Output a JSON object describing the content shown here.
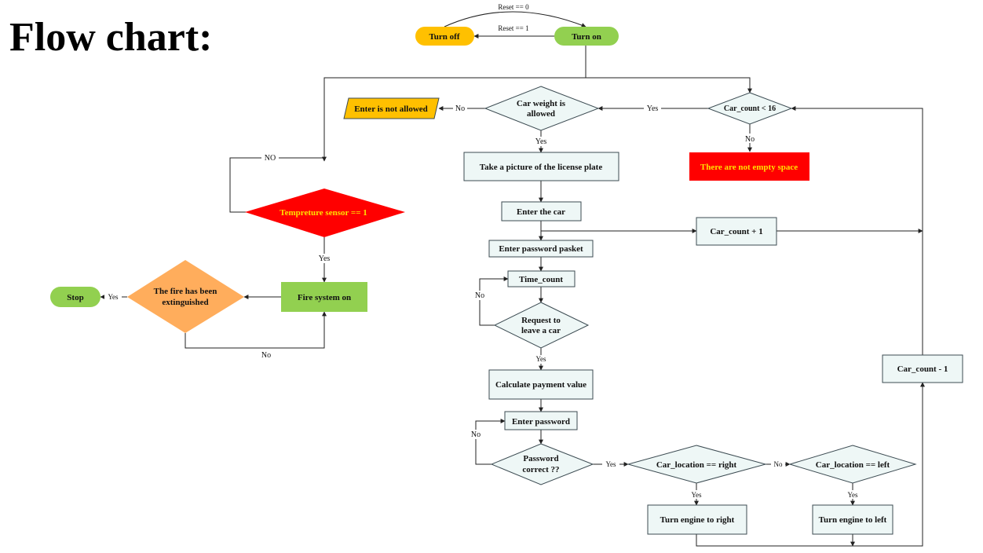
{
  "title": "Flow chart:",
  "colors": {
    "pill_green": "#92d050",
    "pill_orange": "#ffc000",
    "red": "#ff0000",
    "orange_diamond": "#ffad5c",
    "warn_text": "#ffe000",
    "node_fill": "#eef7f6"
  },
  "nodes": {
    "turn_off": "Turn off",
    "turn_on": "Turn on",
    "enter_not_allowed": "Enter is not allowed",
    "car_weight_1": "Car weight is",
    "car_weight_2": "allowed",
    "car_count_lt": "Car_count < 16",
    "no_empty_space": "There are not empty space",
    "take_picture": "Take a picture of the license plate",
    "enter_car": "Enter the car",
    "car_count_plus": "Car_count + 1",
    "enter_password_packet": "Enter password pasket",
    "time_count": "Time_count",
    "request_leave_1": "Request to",
    "request_leave_2": "leave a car",
    "calc_payment": "Calculate payment value",
    "enter_password": "Enter password",
    "password_correct_1": "Password",
    "password_correct_2": "correct ??",
    "car_location_right": "Car_location == right",
    "car_location_left": "Car_location == left",
    "turn_right": "Turn engine to right",
    "turn_left": "Turn engine to left",
    "car_count_minus": "Car_count - 1",
    "temp_sensor": "Tempreture sensor  == 1",
    "fire_system_on": "Fire system on",
    "fire_ext_1": "The fire has been",
    "fire_ext_2": "extinguished",
    "stop": "Stop"
  },
  "edge_labels": {
    "reset0": "Reset == 0",
    "reset1": "Reset == 1",
    "weight_no": "No",
    "count_yes": "Yes",
    "weight_yes": "Yes",
    "count_no": "No",
    "temp_no": "NO",
    "temp_yes": "Yes",
    "fire_yes": "Yes",
    "fire_no": "No",
    "request_no": "No",
    "request_yes": "Yes",
    "password_no": "No",
    "password_yes": "Yes",
    "right_no": "No",
    "right_yes": "Yes",
    "left_yes": "Yes"
  }
}
